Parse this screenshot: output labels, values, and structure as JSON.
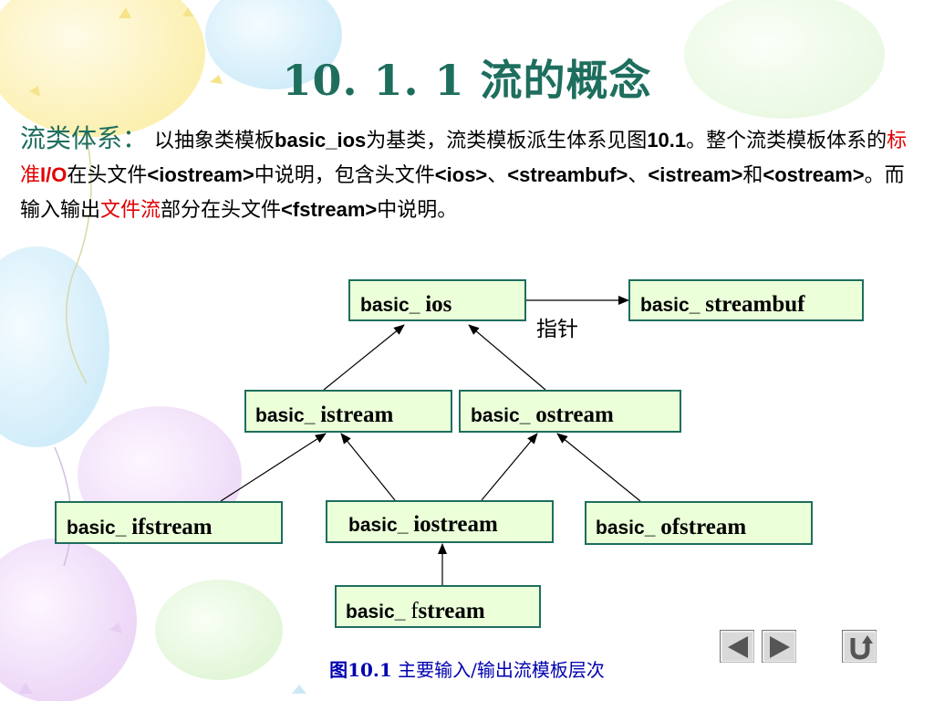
{
  "slide": {
    "title": "10. 1. 1  流的概念",
    "para": {
      "lead": "流类体系：",
      "t1": " 以抽象类模板",
      "b1": "basic_ios",
      "t2": "为基类，流类模板派生体系见图",
      "b2": "10.1",
      "t3": "。整个流类模板体系的",
      "r1": "标准",
      "r2": "I/O",
      "t4": "在头文件",
      "b3": "<iostream>",
      "t5": "中说明，包含头文件",
      "b4": "<ios>",
      "t6": "、",
      "b5": "<streambuf>",
      "t7": "、",
      "b6": "<istream>",
      "t8": "和",
      "b7": "<ostream>",
      "t9": "。而输入输出",
      "r3": "文件流",
      "t10": "部分在头文件",
      "b8": "<fstream>",
      "t11": "中说明。"
    }
  },
  "diagram": {
    "nodes": {
      "ios": {
        "prefix": "basic_ ",
        "suffix": "ios"
      },
      "streambuf": {
        "prefix": "basic_ ",
        "suffix": "streambuf"
      },
      "istream": {
        "prefix": "basic_ ",
        "suffix": "istream"
      },
      "ostream": {
        "prefix": "basic_ ",
        "suffix": "ostream"
      },
      "ifstream": {
        "prefix": "basic_ ",
        "suffix": "ifstream"
      },
      "iostream": {
        "prefix": "basic_ ",
        "suffix": "iostream"
      },
      "ofstream": {
        "prefix": "basic_ ",
        "suffix": "ofstream"
      },
      "fstream": {
        "prefix": "basic_ ",
        "suffix_f": "f",
        "suffix": "stream"
      }
    },
    "pointer_label": "指针",
    "edges": [
      {
        "from": "istream",
        "to": "ios"
      },
      {
        "from": "ostream",
        "to": "ios"
      },
      {
        "from": "ifstream",
        "to": "istream"
      },
      {
        "from": "iostream",
        "to": "istream"
      },
      {
        "from": "iostream",
        "to": "ostream"
      },
      {
        "from": "ofstream",
        "to": "ostream"
      },
      {
        "from": "fstream",
        "to": "iostream"
      },
      {
        "from": "ios",
        "to": "streambuf",
        "kind": "pointer"
      }
    ]
  },
  "caption": {
    "fig": "图10.1",
    "text": "  主要输入/输出流模板层次"
  },
  "colors": {
    "title": "#1e6e5e",
    "node_fill": "#ebffd9",
    "node_border": "#1e6e5e",
    "highlight": "#e00000",
    "caption": "#0000b0"
  },
  "nav": {
    "prev_icon": "triangle-left-icon",
    "next_icon": "triangle-right-icon",
    "return_icon": "u-turn-return-icon"
  }
}
